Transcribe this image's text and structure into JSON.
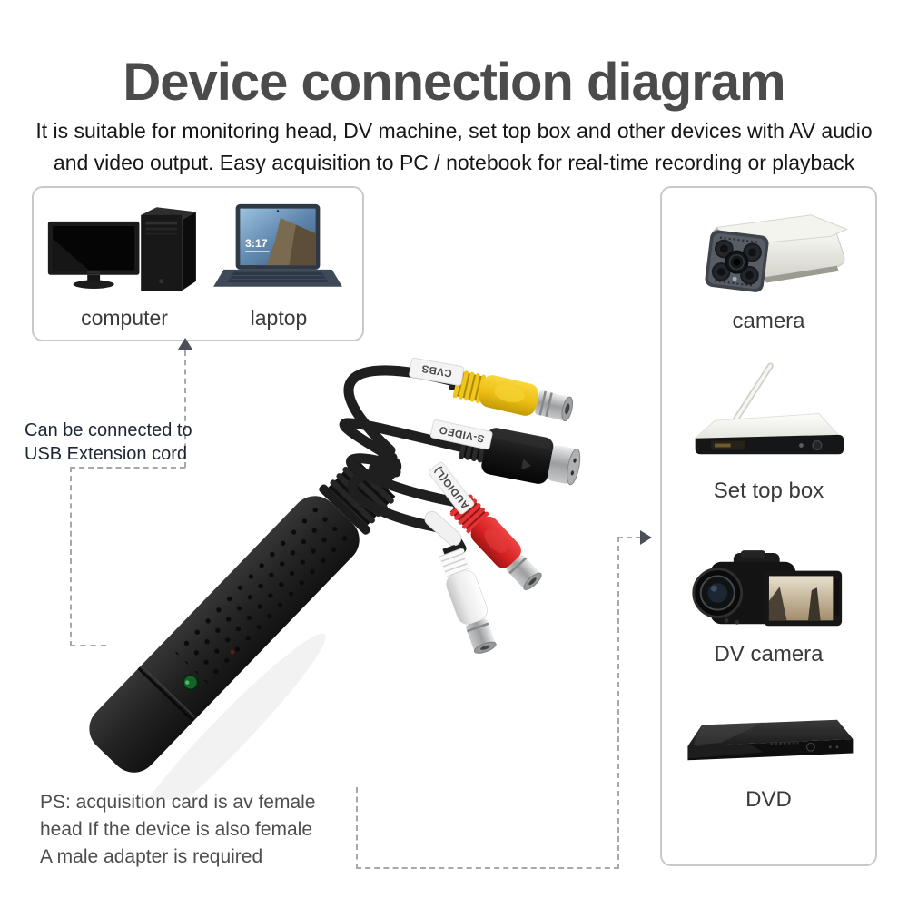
{
  "header": {
    "title": "Device connection diagram",
    "subtitle": "It is suitable for monitoring head, DV machine, set top box and other devices with AV audio\nand video output. Easy acquisition to PC / notebook for real-time recording or playback"
  },
  "left_box": {
    "items": [
      {
        "label": "computer",
        "image": "desktop-computer"
      },
      {
        "label": "laptop",
        "image": "laptop"
      }
    ],
    "laptop_screen_time": "3:17"
  },
  "right_box": {
    "items": [
      {
        "label": "camera",
        "image": "cctv-camera"
      },
      {
        "label": "Set top box",
        "image": "set-top-box"
      },
      {
        "label": "DV camera",
        "image": "dv-camcorder"
      },
      {
        "label": "DVD",
        "image": "dvd-player"
      }
    ]
  },
  "capture_device": {
    "cable_labels": {
      "composite_video": "CVBS",
      "s_video": "S-VIDEO",
      "audio_left": "AUDIO(L)"
    },
    "connectors": [
      {
        "name": "composite-video-rca",
        "color": "#edbe14"
      },
      {
        "name": "s-video",
        "color": "#161616"
      },
      {
        "name": "audio-rca-red",
        "color": "#d82222"
      },
      {
        "name": "audio-rca-white",
        "color": "#ececec"
      }
    ]
  },
  "notes": {
    "usb_extension": "Can be connected to\nUSB Extension cord",
    "ps": "PS: acquisition card is av female\nhead If the device is also female\nA male adapter is required"
  },
  "colors": {
    "title": "#4b4b4b",
    "body_text": "#161616",
    "box_border": "#c9c9c9",
    "connector_line": "#a8a8a8",
    "arrow": "#4a5055",
    "led": "#15632a"
  }
}
